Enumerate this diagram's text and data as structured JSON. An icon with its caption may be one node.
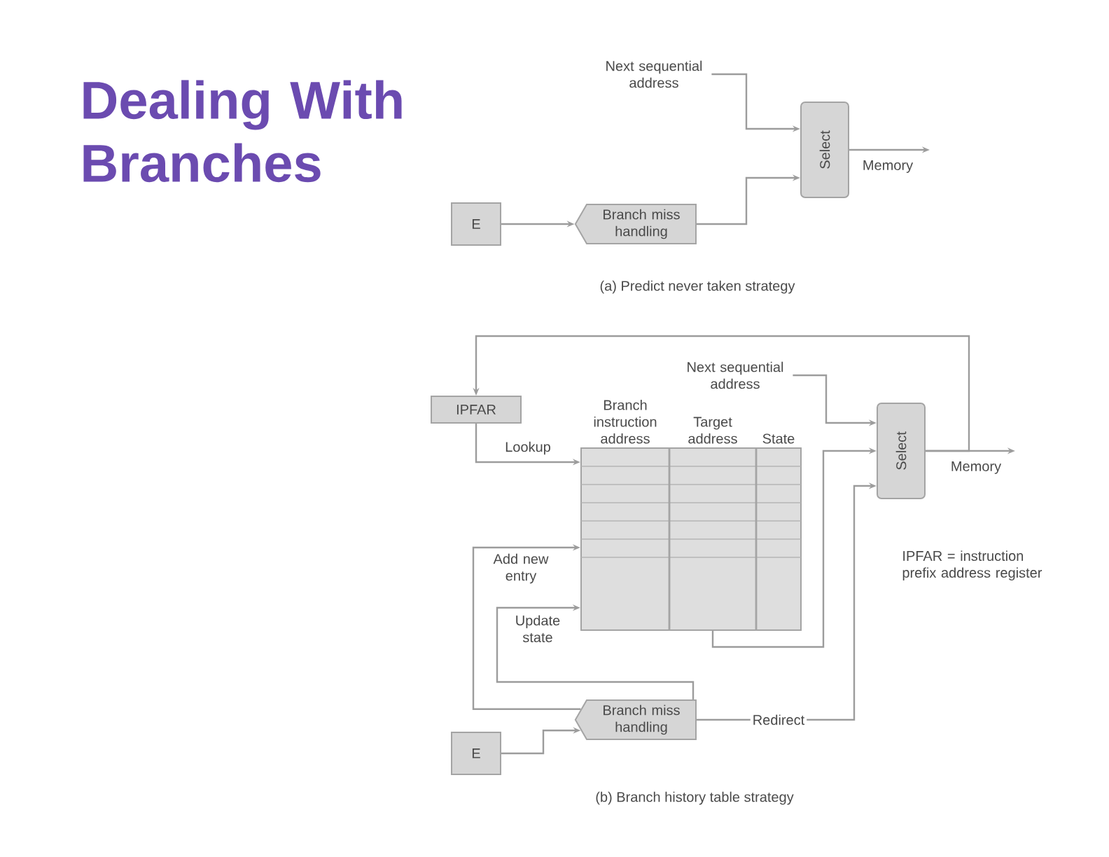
{
  "diagram": {
    "title": "Dealing With Branches",
    "nodes": [
      {
        "text": [
          "Next sequential address"
        ]
      },
      {
        "text": [
          "Select"
        ]
      },
      {
        "text": [
          "E"
        ]
      },
      {
        "text": [
          "Branch miss handling"
        ]
      },
      {
        "text": [
          "Next sequential address"
        ]
      },
      {
        "text": [
          "IPFAR"
        ]
      },
      {
        "text": [
          "Branch instruction address",
          "Target address",
          "State"
        ]
      },
      {
        "text": [
          "Select"
        ]
      },
      {
        "text": [
          "E"
        ]
      },
      {
        "text": [
          "Branch miss handling"
        ]
      }
    ],
    "edges": [
      {
        "from": 0,
        "to": 1,
        "arrow": "to"
      },
      {
        "from": 3,
        "to": 1,
        "arrow": "to"
      },
      {
        "from": 1,
        "to": null,
        "arrow": "to",
        "label": "Memory"
      },
      {
        "from": 2,
        "to": 3,
        "arrow": "to"
      },
      {
        "from": 4,
        "to": 7,
        "arrow": "to"
      },
      {
        "from": 5,
        "to": 6,
        "arrow": "to",
        "label": "Lookup"
      },
      {
        "from": 6,
        "to": 7,
        "arrow": "to"
      },
      {
        "from": 7,
        "to": null,
        "arrow": "to",
        "label": "Memory"
      },
      {
        "from": 7,
        "to": 5,
        "arrow": "to"
      },
      {
        "from": 8,
        "to": 9,
        "arrow": "to"
      },
      {
        "from": 9,
        "to": 6,
        "arrow": "to",
        "label": "Add new entry"
      },
      {
        "from": 9,
        "to": 6,
        "arrow": "to",
        "label": "Update state"
      },
      {
        "from": 9,
        "to": 7,
        "arrow": "to",
        "label": "Redirect"
      }
    ],
    "labels": [
      "(a) Predict never taken strategy",
      "IPFAR = instruction prefix address register",
      "(b) Branch history table strategy"
    ]
  }
}
